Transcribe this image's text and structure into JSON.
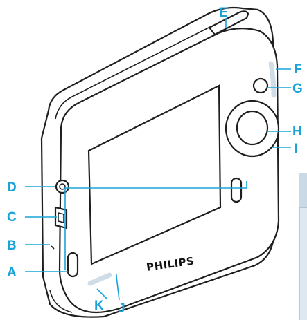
{
  "brand": {
    "logo_text": "PHILIPS"
  },
  "callouts": {
    "A": "A",
    "B": "B",
    "C": "C",
    "D": "D",
    "E": "E",
    "F": "F",
    "G": "G",
    "H": "H",
    "I": "I",
    "J": "J",
    "K": "K"
  },
  "colors": {
    "callout": "#1aa3d9",
    "outline": "#1f1f1f",
    "highlight": "#cfdde8",
    "side_panel": "#dde8f0"
  }
}
